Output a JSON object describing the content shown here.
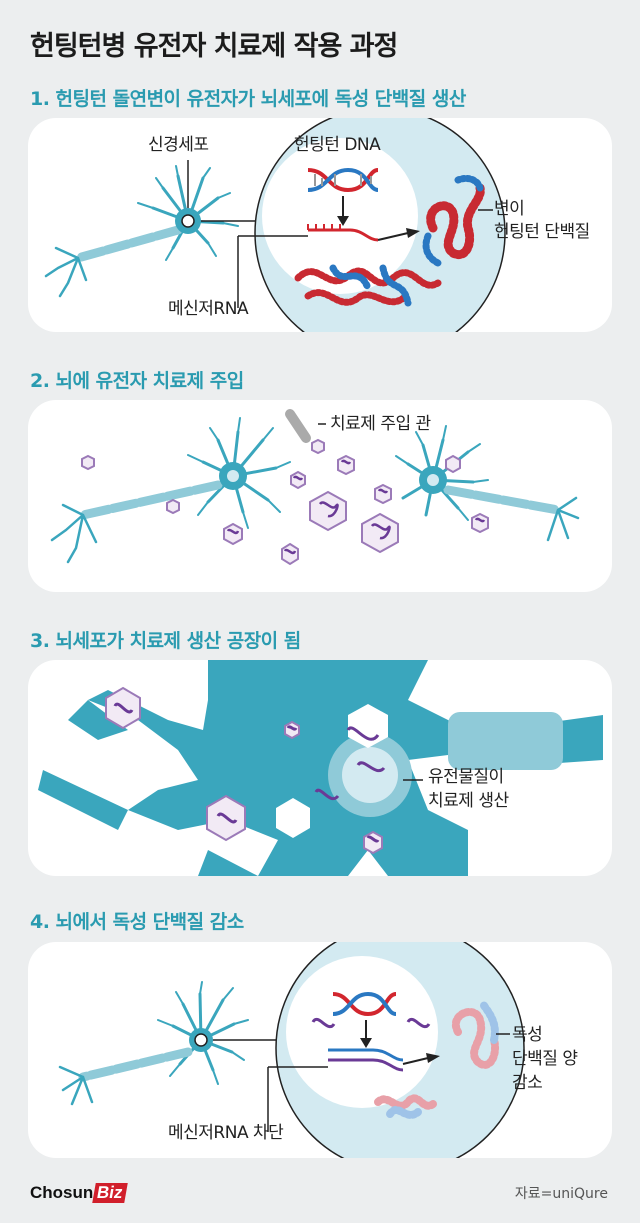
{
  "title": "헌팅턴병 유전자 치료제 작용 과정",
  "sections": [
    {
      "heading": "1. 헌팅턴 돌연변이 유전자가 뇌세포에 독성 단백질 생산",
      "labels": {
        "neuron": "신경세포",
        "dna": "헌팅턴 DNA",
        "protein_1": "변이",
        "protein_2": "헌팅턴 단백질",
        "mrna": "메신저RNA"
      }
    },
    {
      "heading": "2. 뇌에 유전자 치료제 주입",
      "labels": {
        "tube": "치료제 주입 관"
      }
    },
    {
      "heading": "3. 뇌세포가 치료제 생산 공장이 됨",
      "labels": {
        "gene_1": "유전물질이",
        "gene_2": "치료제 생산"
      }
    },
    {
      "heading": "4. 뇌에서 독성 단백질 감소",
      "labels": {
        "reduce_1": "독성",
        "reduce_2": "단백질 양",
        "reduce_3": "감소",
        "mrna_block": "메신저RNA 차단"
      }
    }
  ],
  "footer": {
    "logo_main": "Chosun",
    "logo_accent": "Biz",
    "source": "자료=uniQure"
  },
  "colors": {
    "accent": "#2a9bb0",
    "neuron": "#3aa6bd",
    "neuron_light": "#8fcad8",
    "circle": "#d3eaf1",
    "red": "#d2262e",
    "blue": "#2a78c2",
    "purple": "#6a3a96",
    "brand_red": "#d11f2b"
  }
}
